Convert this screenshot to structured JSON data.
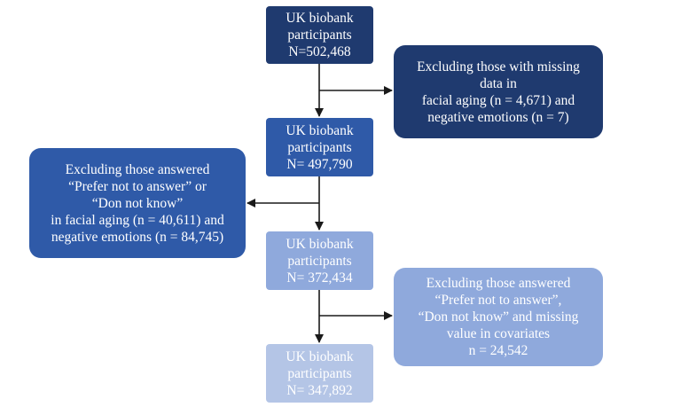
{
  "flow": {
    "step1": {
      "lines": [
        "UK biobank",
        "participants",
        "N=502,468"
      ],
      "color": "#1f3a6f"
    },
    "step2": {
      "lines": [
        "UK biobank",
        "participants",
        "N= 497,790"
      ],
      "color": "#2f5aa8"
    },
    "step3": {
      "lines": [
        "UK biobank",
        "participants",
        "N= 372,434"
      ],
      "color": "#8fa9dc"
    },
    "step4": {
      "lines": [
        "UK biobank",
        "participants",
        "N= 347,892"
      ],
      "color": "#b4c5e6"
    }
  },
  "exclusions": {
    "excl1": {
      "lines": [
        "Excluding those with  missing",
        "data in",
        "facial aging (n = 4,671) and",
        "negative emotions (n = 7)"
      ],
      "color": "#1f3a6f"
    },
    "excl2": {
      "lines": [
        "Excluding those answered",
        "“Prefer not to answer” or",
        "“Don not know”",
        "in facial aging (n = 40,611) and",
        "negative emotions (n = 84,745)"
      ],
      "color": "#2f5aa8"
    },
    "excl3": {
      "lines": [
        "Excluding those answered",
        "“Prefer not to answer”,",
        "“Don not know” and missing",
        "value in covariates",
        "n = 24,542"
      ],
      "color": "#8fa9dc"
    }
  }
}
